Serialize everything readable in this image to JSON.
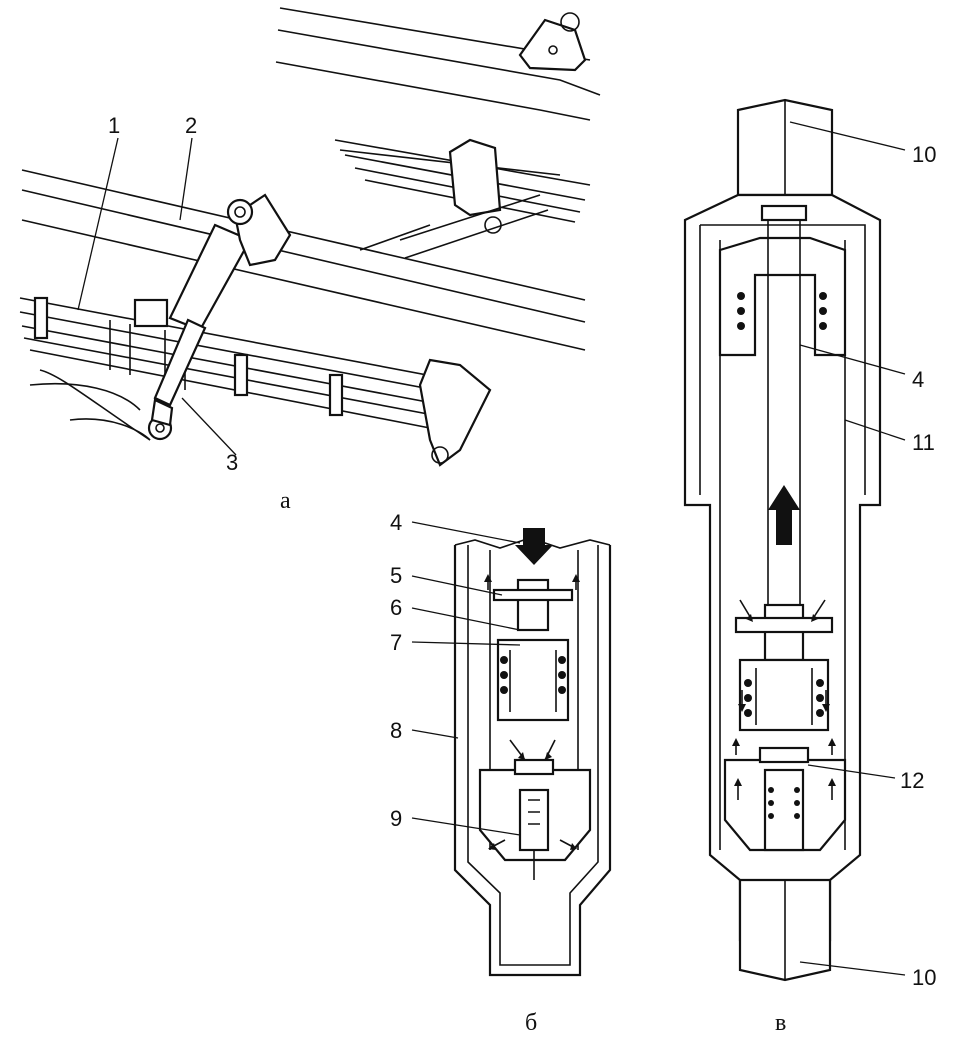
{
  "panels": {
    "a": {
      "caption": "а"
    },
    "b": {
      "caption": "б"
    },
    "c": {
      "caption": "в"
    }
  },
  "callouts": {
    "a": [
      "1",
      "2",
      "3"
    ],
    "b": [
      "4",
      "5",
      "6",
      "7",
      "8",
      "9"
    ],
    "c": [
      "10",
      "4",
      "11",
      "12",
      "10"
    ]
  }
}
